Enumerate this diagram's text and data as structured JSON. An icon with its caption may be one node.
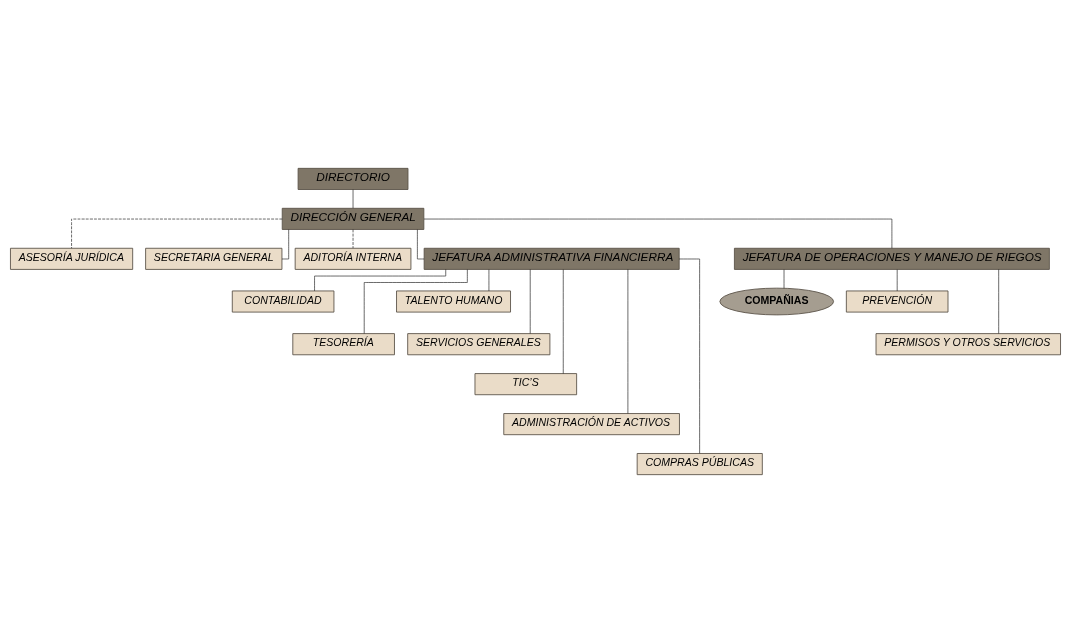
{
  "diagram": {
    "nodes": [
      {
        "text": [
          "DIRECTORIO"
        ]
      },
      {
        "text": [
          "DIRECCIÓN GENERAL"
        ]
      },
      {
        "text": [
          "ASESORÍA JURÍDICA"
        ]
      },
      {
        "text": [
          "SECRETARIA GENERAL"
        ]
      },
      {
        "text": [
          "ADITORÍA INTERNA"
        ]
      },
      {
        "text": [
          "JEFATURA ADMINISTRATIVA FINANCIERRA"
        ]
      },
      {
        "text": [
          "JEFATURA DE OPERACIONES Y MANEJO DE RIEGOS"
        ]
      },
      {
        "text": [
          "CONTABILIDAD"
        ]
      },
      {
        "text": [
          "TESORERÍA"
        ]
      },
      {
        "text": [
          "TALENTO HUMANO"
        ]
      },
      {
        "text": [
          "SERVICIOS GENERALES"
        ]
      },
      {
        "text": [
          "TIC’S"
        ]
      },
      {
        "text": [
          "ADMINISTRACIÓN DE ACTIVOS"
        ]
      },
      {
        "text": [
          "COMPRAS PÚBLICAS"
        ]
      },
      {
        "text": [
          "COMPAÑIAS"
        ]
      },
      {
        "text": [
          "PREVENCIÓN"
        ]
      },
      {
        "text": [
          "PERMISOS Y OTROS SERVICIOS"
        ]
      }
    ],
    "edges": [
      {
        "from": 0,
        "to": 1,
        "arrow": "none"
      },
      {
        "from": 1,
        "to": 2,
        "arrow": "none",
        "style": "dashed"
      },
      {
        "from": 1,
        "to": 3,
        "arrow": "none"
      },
      {
        "from": 1,
        "to": 4,
        "arrow": "none",
        "style": "dashed"
      },
      {
        "from": 1,
        "to": 5,
        "arrow": "none"
      },
      {
        "from": 1,
        "to": 6,
        "arrow": "none"
      },
      {
        "from": 5,
        "to": 7,
        "arrow": "none"
      },
      {
        "from": 5,
        "to": 8,
        "arrow": "none"
      },
      {
        "from": 5,
        "to": 9,
        "arrow": "none"
      },
      {
        "from": 5,
        "to": 10,
        "arrow": "none"
      },
      {
        "from": 5,
        "to": 11,
        "arrow": "none"
      },
      {
        "from": 5,
        "to": 12,
        "arrow": "none"
      },
      {
        "from": 5,
        "to": 13,
        "arrow": "none"
      },
      {
        "from": 6,
        "to": 14,
        "arrow": "none"
      },
      {
        "from": 6,
        "to": 15,
        "arrow": "none"
      },
      {
        "from": 6,
        "to": 16,
        "arrow": "none"
      }
    ]
  }
}
